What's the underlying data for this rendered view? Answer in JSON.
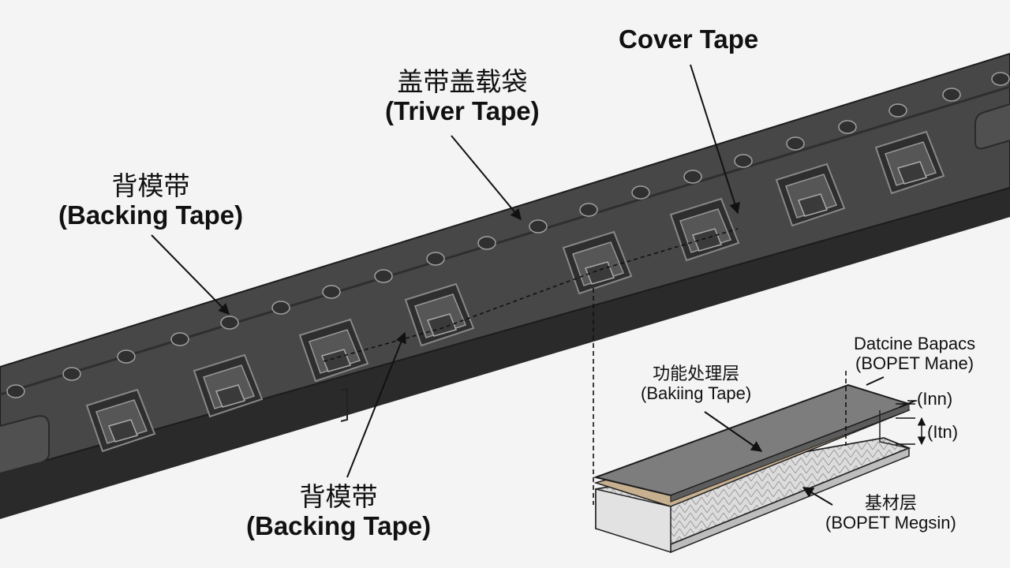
{
  "labels": {
    "cover_tape": "Cover Tape",
    "triver_cn": "盖带盖载袋",
    "triver_en": "(Triver Tape)",
    "backing_top_cn": "背模带",
    "backing_top_en": "(Backing Tape)",
    "backing_bottom_cn": "背模带",
    "backing_bottom_en": "(Backing Tape)",
    "functional_cn": "功能处理层",
    "functional_en": "(Bakiing Tape)",
    "datcine_1": "Datcine Bapacs",
    "datcine_2": "(BOPET Mane)",
    "inn": "(Inn)",
    "itn": "(Itn)",
    "substrate_cn": "基材层",
    "substrate_en": "(BOPET Megsin)"
  },
  "colors": {
    "tape_top": "#4a4a4a",
    "tape_side": "#2c2c2c",
    "pocket": "#5a5a5a",
    "layer_top": "#7b7b7b",
    "layer_adhesive": "#c4ad8c",
    "layer_base": "#d8d8d8"
  }
}
